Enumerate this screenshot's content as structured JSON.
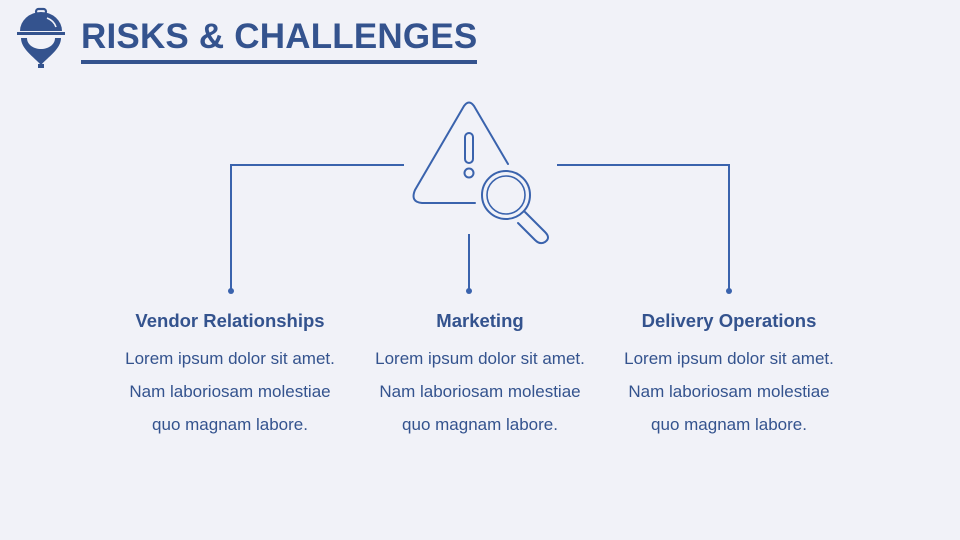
{
  "header": {
    "title": "RISKS & CHALLENGES",
    "logo_icon": "cloche-pin-icon"
  },
  "center_icon": "warning-triangle-magnifier-icon",
  "colors": {
    "background": "#f1f2f8",
    "primary": "#34538e",
    "line": "#3a63ad"
  },
  "columns": [
    {
      "heading": "Vendor Relationships",
      "lines": [
        "Lorem ipsum dolor sit amet.",
        "Nam laboriosam molestiae",
        "quo magnam labore."
      ]
    },
    {
      "heading": "Marketing",
      "lines": [
        "Lorem ipsum dolor sit amet.",
        "Nam laboriosam molestiae",
        "quo magnam labore."
      ]
    },
    {
      "heading": "Delivery Operations",
      "lines": [
        "Lorem ipsum dolor sit amet.",
        "Nam laboriosam molestiae",
        "quo magnam labore."
      ]
    }
  ]
}
